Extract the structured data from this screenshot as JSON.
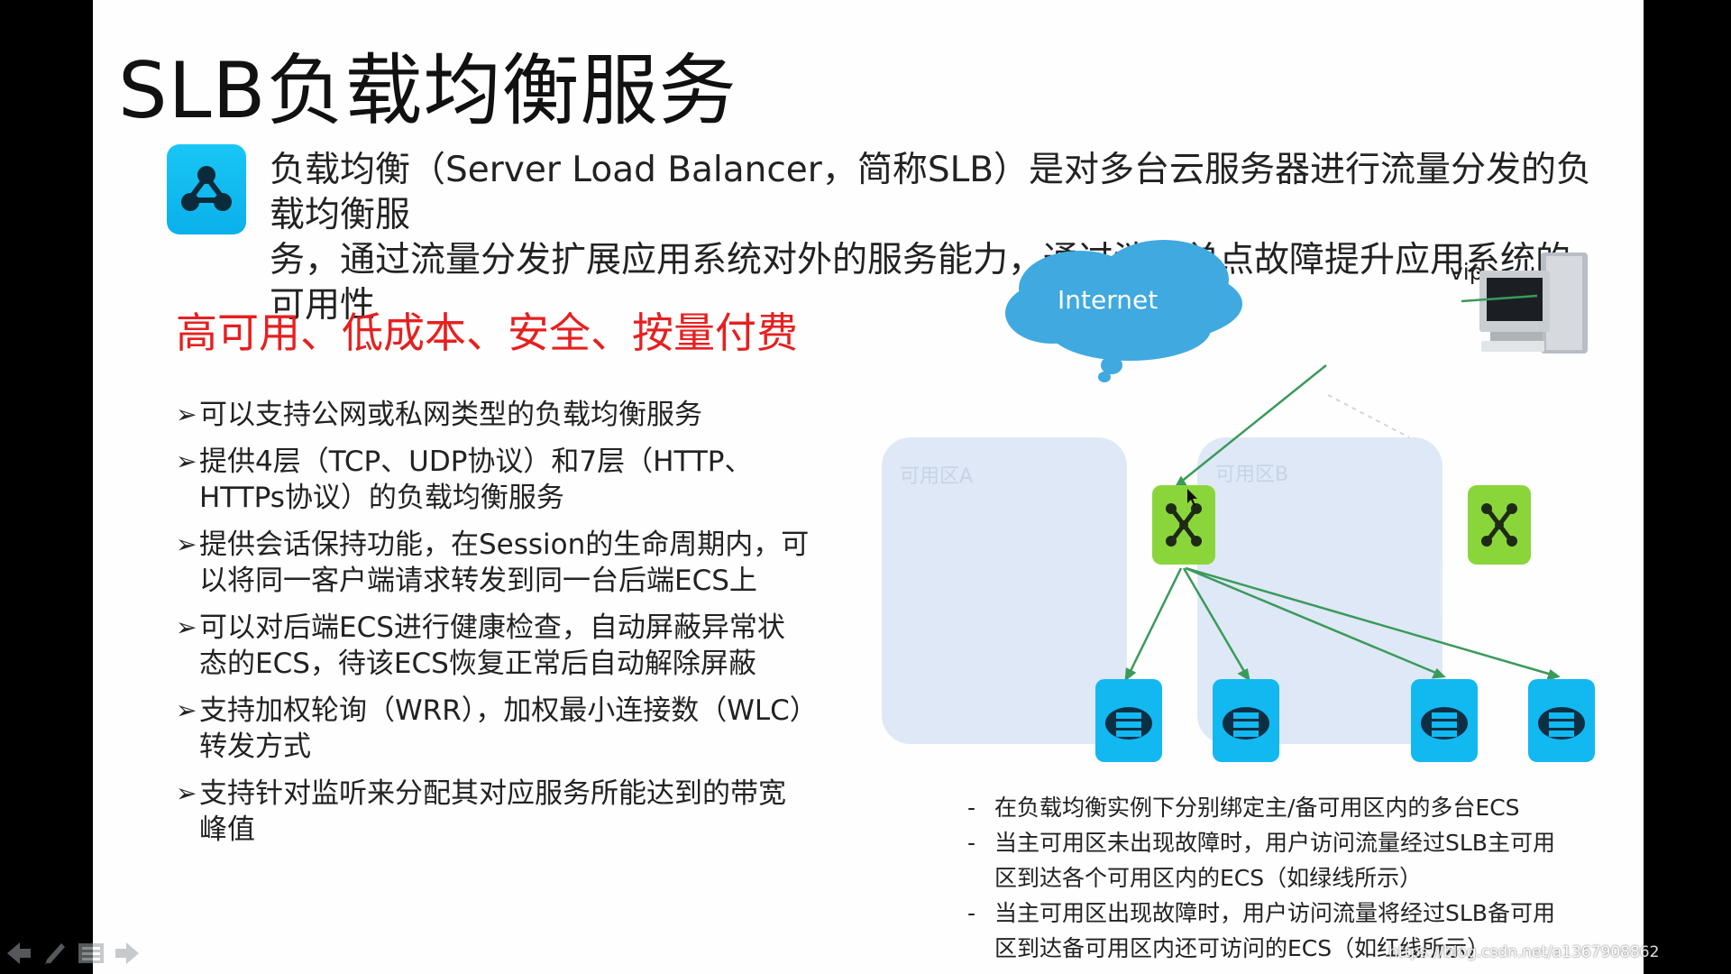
{
  "slide": {
    "title": "SLB负载均衡服务",
    "intro": "负载均衡（Server Load Balancer，简称SLB）是对多台云服务器进行流量分发的负载均衡服\n务，通过流量分发扩展应用系统对外的服务能力，通过消除单点故障提升应用系统的可用性",
    "tagline": "高可用、低成本、安全、按量付费",
    "bullets": [
      "可以支持公网或私网类型的负载均衡服务",
      "提供4层（TCP、UDP协议）和7层（HTTP、\nHTTPs协议）的负载均衡服务",
      "提供会话保持功能，在Session的生命周期内，可\n以将同一客户端请求转发到同一台后端ECS上",
      "可以对后端ECS进行健康检查，自动屏蔽异常状\n态的ECS，待该ECS恢复正常后自动解除屏蔽",
      "支持加权轮询（WRR），加权最小连接数（WLC）\n转发方式",
      "支持针对监听来分配其对应服务所能达到的带宽\n峰值"
    ],
    "notes": [
      "在负载均衡实例下分别绑定主/备可用区内的多台ECS",
      "当主可用区未出现故障时，用户访问流量经过SLB主可用\n区到达各个可用区内的ECS（如绿线所示）",
      "当主可用区出现故障时，用户访问流量将经过SLB备可用\n区到达备可用区内还可访问的ECS（如红线所示）"
    ],
    "diagram": {
      "internet_label": "Internet",
      "vip_label": "vip",
      "zone_a_label": "可用区A",
      "zone_b_label": "可用区B"
    },
    "watermark": "https://blog.csdn.net/a1367908862",
    "colors": {
      "accent_red": "#e62020",
      "cloud_blue": "#3fa9e0",
      "slb_green": "#8ad63a",
      "ecs_blue": "#12b8f0",
      "zone_fill": "#dfe8f6",
      "line_green": "#3a9a5a"
    },
    "icons": [
      "slb-logo-icon",
      "internet-cloud-icon",
      "desktop-computer-icon",
      "slb-node-icon",
      "ecs-server-icon",
      "nav-prev-icon",
      "pen-icon",
      "menu-icon",
      "nav-next-icon"
    ]
  }
}
